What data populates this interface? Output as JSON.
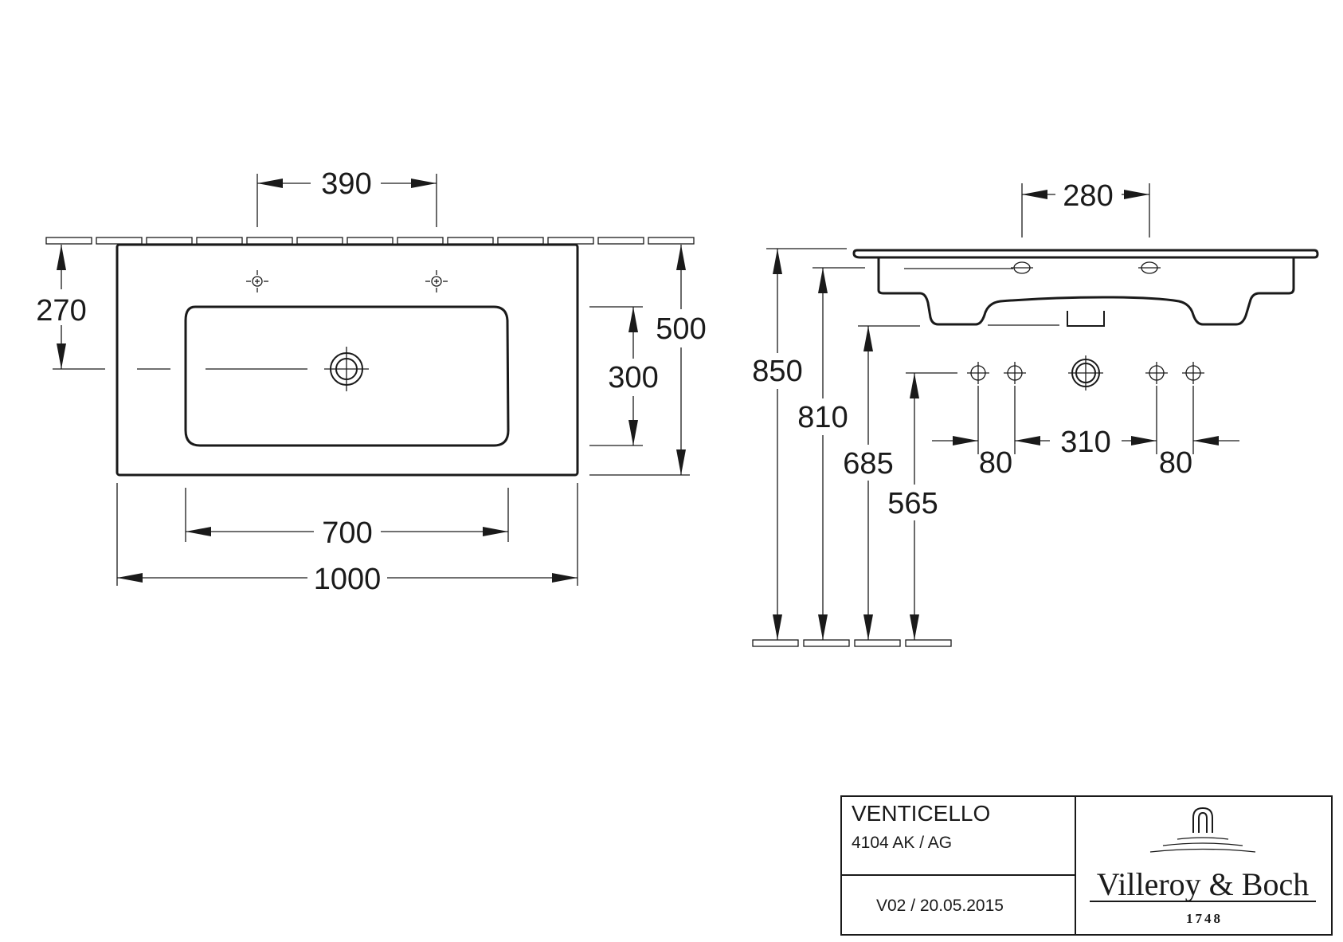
{
  "top_view": {
    "dims": {
      "tap_spacing": "390",
      "tap_depth": "270",
      "overall_depth": "500",
      "bowl_depth": "300",
      "bowl_width": "700",
      "overall_width": "1000"
    }
  },
  "side_view": {
    "dims": {
      "tap_spacing": "280",
      "top_height": "850",
      "underside_height": "810",
      "waste_height": "685",
      "supply_height": "565",
      "left_offset": "80",
      "supply_spacing": "310",
      "right_offset": "80"
    }
  },
  "title_block": {
    "product_name": "VENTICELLO",
    "product_code": "4104 AK / AG",
    "revision": "V02 / 20.05.2015",
    "brand_name": "Villeroy & Boch",
    "brand_year": "1748"
  }
}
